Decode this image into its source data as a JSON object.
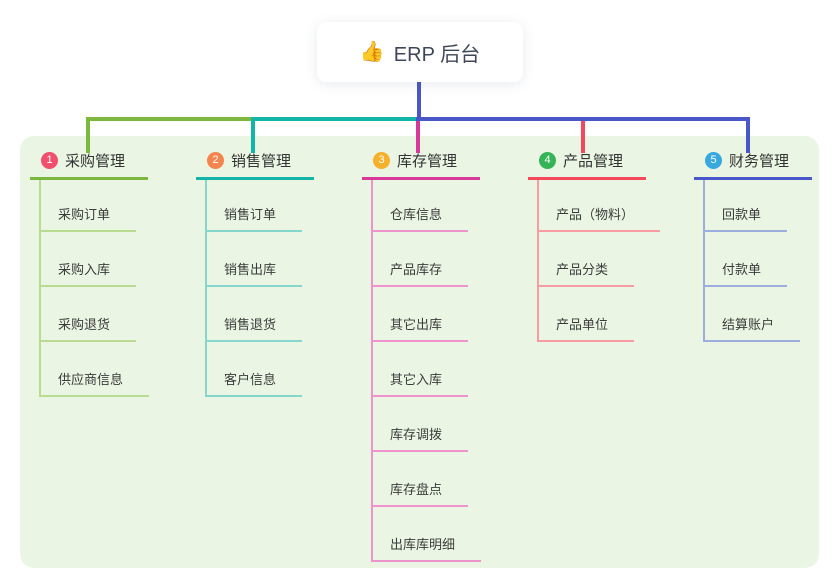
{
  "root": {
    "label": "ERP 后台",
    "icon": "thumbs-up-emoji",
    "emoji": "👍"
  },
  "branches": [
    {
      "num": "1",
      "label": "采购管理",
      "badge_color": "#f0506e",
      "line_color": "#7cb83e",
      "child_line_color": "#b9dc92",
      "children": [
        "采购订单",
        "采购入库",
        "采购退货",
        "供应商信息"
      ]
    },
    {
      "num": "2",
      "label": "销售管理",
      "badge_color": "#f5854e",
      "line_color": "#12b5a8",
      "child_line_color": "#85d6cc",
      "children": [
        "销售订单",
        "销售出库",
        "销售退货",
        "客户信息"
      ]
    },
    {
      "num": "3",
      "label": "库存管理",
      "badge_color": "#f7b02a",
      "line_color": "#d6399a",
      "child_line_color": "#ef93cd",
      "children": [
        "仓库信息",
        "产品库存",
        "其它出库",
        "其它入库",
        "库存调拨",
        "库存盘点",
        "出库库明细"
      ]
    },
    {
      "num": "4",
      "label": "产品管理",
      "badge_color": "#34b456",
      "line_color": "#f4485c",
      "child_line_color": "#f89ba2",
      "children": [
        "产品（物料）",
        "产品分类",
        "产品单位"
      ]
    },
    {
      "num": "5",
      "label": "财务管理",
      "badge_color": "#38a8e0",
      "line_color": "#4a57c8",
      "child_line_color": "#9daede",
      "children": [
        "回款单",
        "付款单",
        "结算账户"
      ]
    }
  ],
  "colors": {
    "panel_bg": "#eaf6e3",
    "root_connector": "#4a57c8"
  }
}
